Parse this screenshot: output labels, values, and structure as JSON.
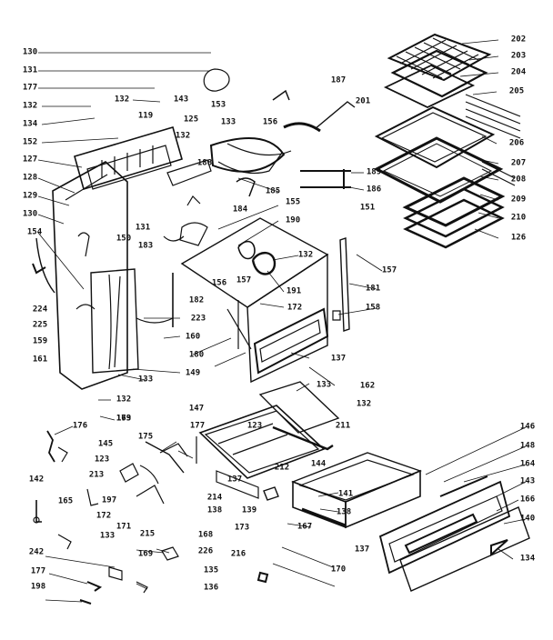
{
  "part_labels": [
    {
      "name": "label-130",
      "text": "130"
    },
    {
      "name": "label-131",
      "text": "131"
    },
    {
      "name": "label-177-top",
      "text": "177"
    },
    {
      "name": "label-132-a",
      "text": "132"
    },
    {
      "name": "label-132-b",
      "text": "132"
    },
    {
      "name": "label-143-top",
      "text": "143"
    },
    {
      "name": "label-153",
      "text": "153"
    },
    {
      "name": "label-119",
      "text": "119"
    },
    {
      "name": "label-134",
      "text": "134"
    },
    {
      "name": "label-125",
      "text": "125"
    },
    {
      "name": "label-152",
      "text": "152"
    },
    {
      "name": "label-132-c",
      "text": "132"
    },
    {
      "name": "label-133-top",
      "text": "133"
    },
    {
      "name": "label-156",
      "text": "156"
    },
    {
      "name": "label-187",
      "text": "187"
    },
    {
      "name": "label-201",
      "text": "201"
    },
    {
      "name": "label-202",
      "text": "202"
    },
    {
      "name": "label-203",
      "text": "203"
    },
    {
      "name": "label-204",
      "text": "204"
    },
    {
      "name": "label-205",
      "text": "205"
    },
    {
      "name": "label-206",
      "text": "206"
    },
    {
      "name": "label-207",
      "text": "207"
    },
    {
      "name": "label-208",
      "text": "208"
    },
    {
      "name": "label-209",
      "text": "209"
    },
    {
      "name": "label-210",
      "text": "210"
    },
    {
      "name": "label-126",
      "text": "126"
    },
    {
      "name": "label-127",
      "text": "127"
    },
    {
      "name": "label-128",
      "text": "128"
    },
    {
      "name": "label-129",
      "text": "129"
    },
    {
      "name": "label-130-left",
      "text": "130"
    },
    {
      "name": "label-154",
      "text": "154"
    },
    {
      "name": "label-188",
      "text": "188"
    },
    {
      "name": "label-189",
      "text": "189"
    },
    {
      "name": "label-186",
      "text": "186"
    },
    {
      "name": "label-185",
      "text": "185"
    },
    {
      "name": "label-155",
      "text": "155"
    },
    {
      "name": "label-184",
      "text": "184"
    },
    {
      "name": "label-190",
      "text": "190"
    },
    {
      "name": "label-151",
      "text": "151"
    },
    {
      "name": "label-131-mid",
      "text": "131"
    },
    {
      "name": "label-150",
      "text": "150"
    },
    {
      "name": "label-183",
      "text": "183"
    },
    {
      "name": "label-132-d",
      "text": "132"
    },
    {
      "name": "label-157-a",
      "text": "157"
    },
    {
      "name": "label-156-mid",
      "text": "156"
    },
    {
      "name": "label-157-b",
      "text": "157"
    },
    {
      "name": "label-182",
      "text": "182"
    },
    {
      "name": "label-191",
      "text": "191"
    },
    {
      "name": "label-181",
      "text": "181"
    },
    {
      "name": "label-172-right",
      "text": "172"
    },
    {
      "name": "label-158",
      "text": "158"
    },
    {
      "name": "label-223",
      "text": "223"
    },
    {
      "name": "label-224",
      "text": "224"
    },
    {
      "name": "label-225",
      "text": "225"
    },
    {
      "name": "label-159",
      "text": "159"
    },
    {
      "name": "label-160",
      "text": "160"
    },
    {
      "name": "label-180",
      "text": "180"
    },
    {
      "name": "label-137-left",
      "text": "137"
    },
    {
      "name": "label-161",
      "text": "161"
    },
    {
      "name": "label-149",
      "text": "149"
    },
    {
      "name": "label-133-mid",
      "text": "133"
    },
    {
      "name": "label-132-e",
      "text": "132"
    },
    {
      "name": "label-179",
      "text": "179"
    },
    {
      "name": "label-133-low",
      "text": "133"
    },
    {
      "name": "label-162",
      "text": "162"
    },
    {
      "name": "label-132-f",
      "text": "132"
    },
    {
      "name": "label-147",
      "text": "147"
    },
    {
      "name": "label-163",
      "text": "163"
    },
    {
      "name": "label-176",
      "text": "176"
    },
    {
      "name": "label-177-mid",
      "text": "177"
    },
    {
      "name": "label-123-top",
      "text": "123"
    },
    {
      "name": "label-211",
      "text": "211"
    },
    {
      "name": "label-146",
      "text": "146"
    },
    {
      "name": "label-148",
      "text": "148"
    },
    {
      "name": "label-145",
      "text": "145"
    },
    {
      "name": "label-175",
      "text": "175"
    },
    {
      "name": "label-123-mid",
      "text": "123"
    },
    {
      "name": "label-212",
      "text": "212"
    },
    {
      "name": "label-144",
      "text": "144"
    },
    {
      "name": "label-164",
      "text": "164"
    },
    {
      "name": "label-213",
      "text": "213"
    },
    {
      "name": "label-137-mid",
      "text": "137"
    },
    {
      "name": "label-143",
      "text": "143"
    },
    {
      "name": "label-142",
      "text": "142"
    },
    {
      "name": "label-165",
      "text": "165"
    },
    {
      "name": "label-197",
      "text": "197"
    },
    {
      "name": "label-214",
      "text": "214"
    },
    {
      "name": "label-141",
      "text": "141"
    },
    {
      "name": "label-166",
      "text": "166"
    },
    {
      "name": "label-172",
      "text": "172"
    },
    {
      "name": "label-138-right",
      "text": "138"
    },
    {
      "name": "label-139",
      "text": "139"
    },
    {
      "name": "label-138",
      "text": "138"
    },
    {
      "name": "label-171",
      "text": "171"
    },
    {
      "name": "label-215",
      "text": "215"
    },
    {
      "name": "label-173",
      "text": "173"
    },
    {
      "name": "label-140",
      "text": "140"
    },
    {
      "name": "label-167",
      "text": "167"
    },
    {
      "name": "label-133-bottom",
      "text": "133"
    },
    {
      "name": "label-168",
      "text": "168"
    },
    {
      "name": "label-242",
      "text": "242"
    },
    {
      "name": "label-226",
      "text": "226"
    },
    {
      "name": "label-216",
      "text": "216"
    },
    {
      "name": "label-137-bottom",
      "text": "137"
    },
    {
      "name": "label-134-bottom",
      "text": "134"
    },
    {
      "name": "label-169",
      "text": "169"
    },
    {
      "name": "label-177-bottom",
      "text": "177"
    },
    {
      "name": "label-135",
      "text": "135"
    },
    {
      "name": "label-170",
      "text": "170"
    },
    {
      "name": "label-198",
      "text": "198"
    },
    {
      "name": "label-136",
      "text": "136"
    }
  ],
  "colors": {
    "ink": "#111111",
    "paper": "#ffffff"
  }
}
